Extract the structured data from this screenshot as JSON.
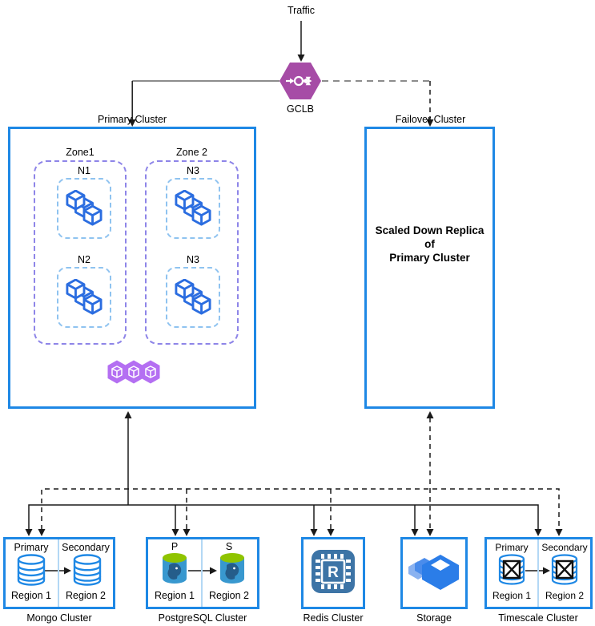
{
  "traffic_label": "Traffic",
  "gclb": {
    "label": "GCLB"
  },
  "primary_cluster": {
    "label": "Primary Cluster",
    "zones": [
      {
        "label": "Zone1",
        "nodes": [
          "N1",
          "N2"
        ]
      },
      {
        "label": "Zone 2",
        "nodes": [
          "N3",
          "N3"
        ]
      }
    ]
  },
  "failover_cluster": {
    "label": "Failover Cluster",
    "body_lines": [
      "Scaled Down Replica",
      "of",
      "Primary Cluster"
    ]
  },
  "db_clusters": {
    "mongo": {
      "title": "Mongo Cluster",
      "left_label": "Primary",
      "right_label": "Secondary",
      "left_region": "Region 1",
      "right_region": "Region 2"
    },
    "postgresql": {
      "title": "PostgreSQL Cluster",
      "left_label": "P",
      "right_label": "S",
      "left_region": "Region 1",
      "right_region": "Region 2"
    },
    "redis": {
      "title": "Redis Cluster",
      "chip_letter": "R"
    },
    "storage": {
      "title": "Storage"
    },
    "timescale": {
      "title": "Timescale Cluster",
      "left_label": "Primary",
      "right_label": "Secondary",
      "left_region": "Region 1",
      "right_region": "Region 2"
    }
  },
  "icons": {
    "gclb": "load-balancer-hexagon-icon",
    "workloads": "kubernetes-workload-cubes-icon",
    "pods": "pods-hexagon-cubes-icon",
    "mongo": "database-cylinder-icon",
    "postgresql": "postgresql-elephant-cylinder-icon",
    "redis": "memorystore-chip-icon",
    "storage": "storage-boxes-icon",
    "timescale": "database-crossed-box-icon"
  },
  "colors": {
    "box_border": "#1e88e5",
    "divider": "#b3d8f5",
    "zone_dash": "#8e85e8",
    "node_dash": "#8fc3f0",
    "workload_blue": "#2b6de0",
    "pods_purple": "#b46ff2",
    "gclb_purple": "#a64ca6",
    "redis_bg": "#3d74a6",
    "storage_blue": "#2b7de8",
    "postgres_green": "#8fc400",
    "postgres_blue": "#3898cf",
    "line_gray": "#666666",
    "line_black": "#1a1a1a"
  }
}
